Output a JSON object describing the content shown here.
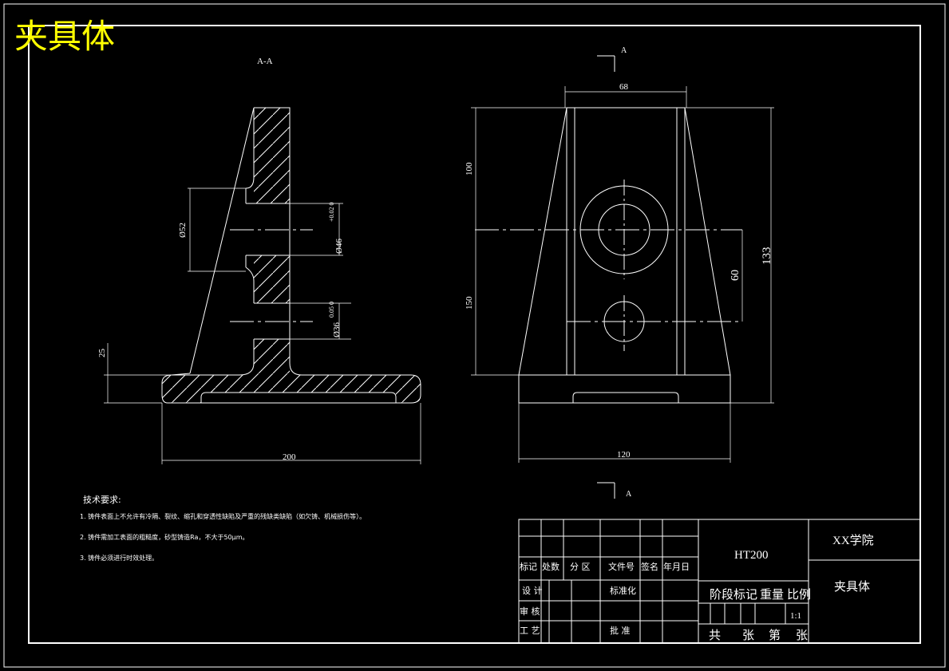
{
  "sheet_title": "夹具体",
  "section_label": "A-A",
  "section_marks": {
    "top": "A",
    "bottom": "A"
  },
  "dimensions": {
    "d_width_68": "68",
    "d_h100": "100",
    "d_h150": "150",
    "d_h133": "133",
    "d_h60": "60",
    "d_w120": "120",
    "d_w200": "200",
    "d_h25": "25",
    "d_d52": "Ø52",
    "d_d46": "Ø46",
    "d_tol46": "+0.02 0",
    "d_d36": "Ø36",
    "d_tol36": "0.05 0"
  },
  "tech_requirements": {
    "heading": "技术要求:",
    "items": [
      "1. 铸件表面上不允许有冷隔、裂纹、缩孔和穿透性缺陷及严重的残缺类缺陷（如欠铸、机械损伤等）。",
      "2. 铸件需加工表面的粗糙度，砂型铸造Ra，不大于50μm。",
      "3. 铸件必须进行时效处理。"
    ]
  },
  "title_block": {
    "material": "HT200",
    "school": "XX学院",
    "part_name": "夹具体",
    "header_cells": [
      "标记",
      "处数",
      "分 区",
      "文件号",
      "签名",
      "年月日"
    ],
    "row_design": "设 计",
    "row_standard": "标准化",
    "row_review": "审 核",
    "row_process": "工 艺",
    "row_approve": "批 准",
    "stage_label": "阶段标记",
    "weight_label": "重量",
    "scale_label": "比例",
    "scale_value": "1:1",
    "sheets_line": [
      "共",
      "张",
      "第",
      "张"
    ]
  },
  "colors": {
    "background": "#000000",
    "lines": "#ffffff",
    "title": "#ffff00"
  }
}
